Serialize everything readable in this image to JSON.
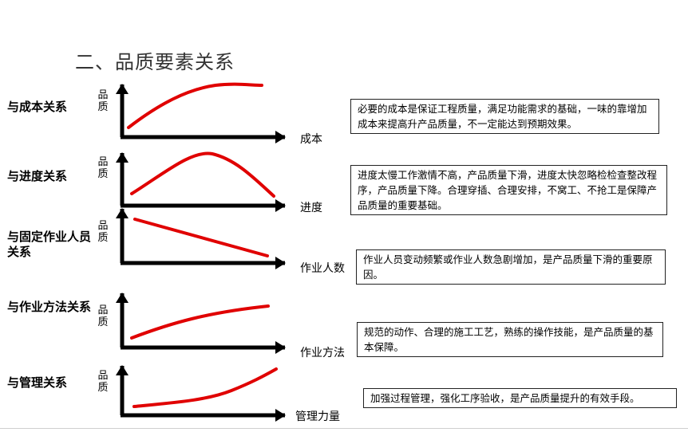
{
  "title": "二、品质要素关系",
  "relations": [
    {
      "label": "与成本关系",
      "y_label": "品质",
      "x_label": "成本",
      "description": "必要的成本是保证工程质量，满足功能需求的基础，一味的靠增加成本来提高升产品质量，不一定能达到预期效果。"
    },
    {
      "label": "与进度关系",
      "y_label": "品质",
      "x_label": "进度",
      "description": "进度太慢工作激情不高，产品质量下滑，进度太快忽略检检查整改程序，产品质量下降。合理穿插、合理安排，不窝工、不抢工是保障产品质量的重要基础。"
    },
    {
      "label": "与固定作业人员关系",
      "y_label": "品质",
      "x_label": "作业人数",
      "description": "作业人员变动频繁或作业人数急剧增加，是产品质量下滑的重要原因。"
    },
    {
      "label": "与作业方法关系",
      "y_label": "品质",
      "x_label": "作业方法",
      "description": "规范的动作、合理的施工工艺，熟练的操作技能，是产品质量的基本保障。"
    },
    {
      "label": "与管理关系",
      "y_label": "品质",
      "x_label": "管理力量",
      "description": "加强过程管理，强化工序验收，是产品质量提升的有效手段。"
    }
  ],
  "colors": {
    "curve": "#e00000",
    "axis": "#000000"
  }
}
